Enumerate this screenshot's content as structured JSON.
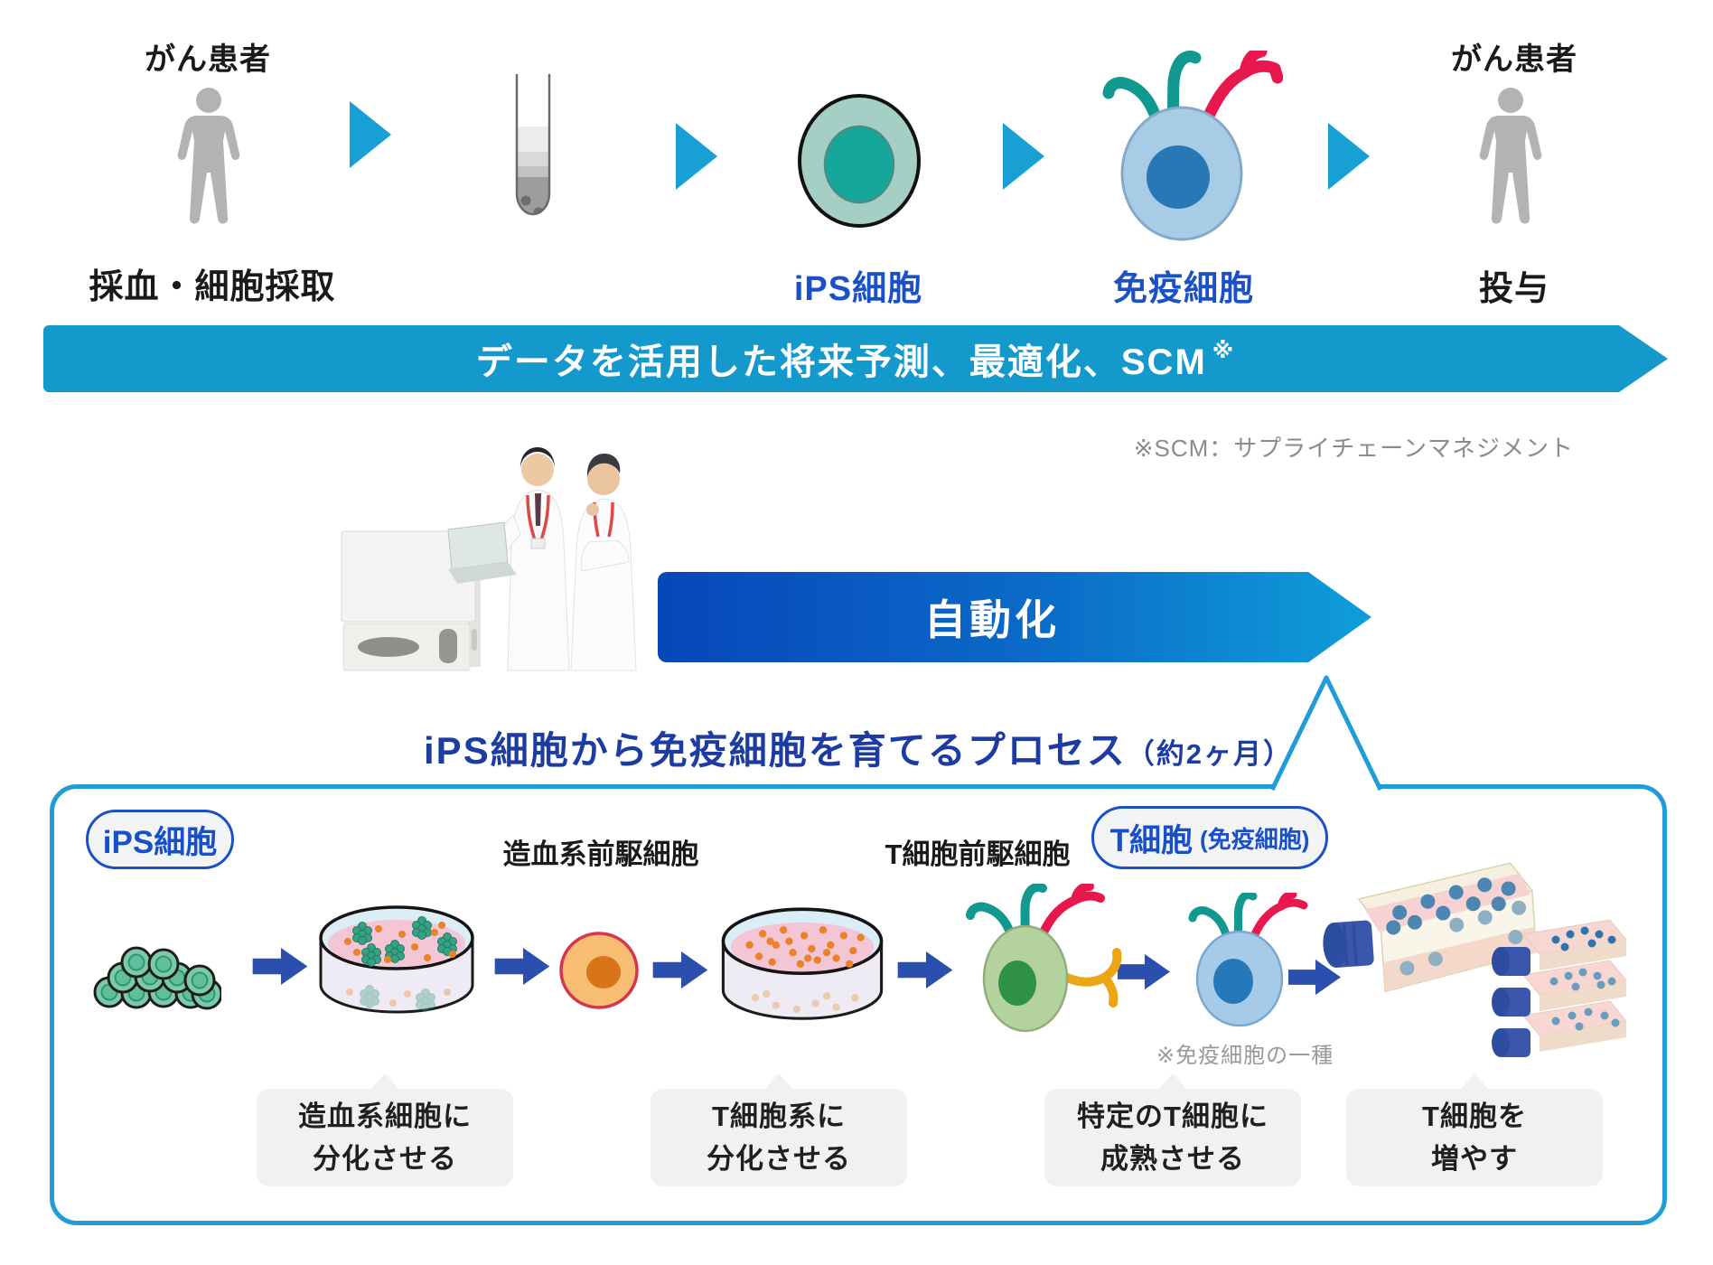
{
  "top_flow": {
    "left_patient_title": "がん患者",
    "left_caption": "採血・細胞採取",
    "ips_label": "iPS細胞",
    "immune_label": "免疫細胞",
    "right_patient_title": "がん患者",
    "right_caption": "投与"
  },
  "data_banner": {
    "text": "データを活用した将来予測、最適化、SCM",
    "sup": "※"
  },
  "scm_note": "※SCM：サプライチェーンマネジメント",
  "automation": {
    "label": "自動化"
  },
  "process_header": {
    "title": "iPS細胞から免疫細胞を育てるプロセス",
    "duration": "（約2ヶ月）"
  },
  "process": {
    "badge_ips": "iPS細胞",
    "label_hematopoietic": "造血系前駆細胞",
    "label_t_precursor": "T細胞前駆細胞",
    "badge_tcell_main": "T細胞",
    "badge_tcell_sub": "(免疫細胞)",
    "tcell_note": "※免疫細胞の一種",
    "steps": [
      {
        "line1": "造血系細胞に",
        "line2": "分化させる"
      },
      {
        "line1": "T細胞系に",
        "line2": "分化させる"
      },
      {
        "line1": "特定のT細胞に",
        "line2": "成熟させる"
      },
      {
        "line1": "T細胞を",
        "line2": "増やす"
      }
    ]
  },
  "icons": {
    "patient": "person-silhouette-icon",
    "tube": "blood-sample-tube-icon",
    "arrow": "flow-arrow-icon",
    "ips_cell": "ips-cell-icon",
    "immune_cell": "immune-cell-icon",
    "dish": "petri-dish-icon",
    "flask": "culture-flask-icon"
  },
  "colors": {
    "accent_cyan": "#1399cb",
    "gradient_blue_start": "#0846ba",
    "gradient_blue_end": "#0f9ed9",
    "badge_blue": "#1950c8",
    "title_blue": "#1c3ca3",
    "arrow_navy": "#2b4fae",
    "box_border_blue": "#209cd8",
    "teal_receptor": "#12998f",
    "red_receptor": "#e8174d",
    "amber_receptor": "#eaa713",
    "person_gray": "#b3b3b3",
    "note_gray": "#8b8b8b"
  }
}
